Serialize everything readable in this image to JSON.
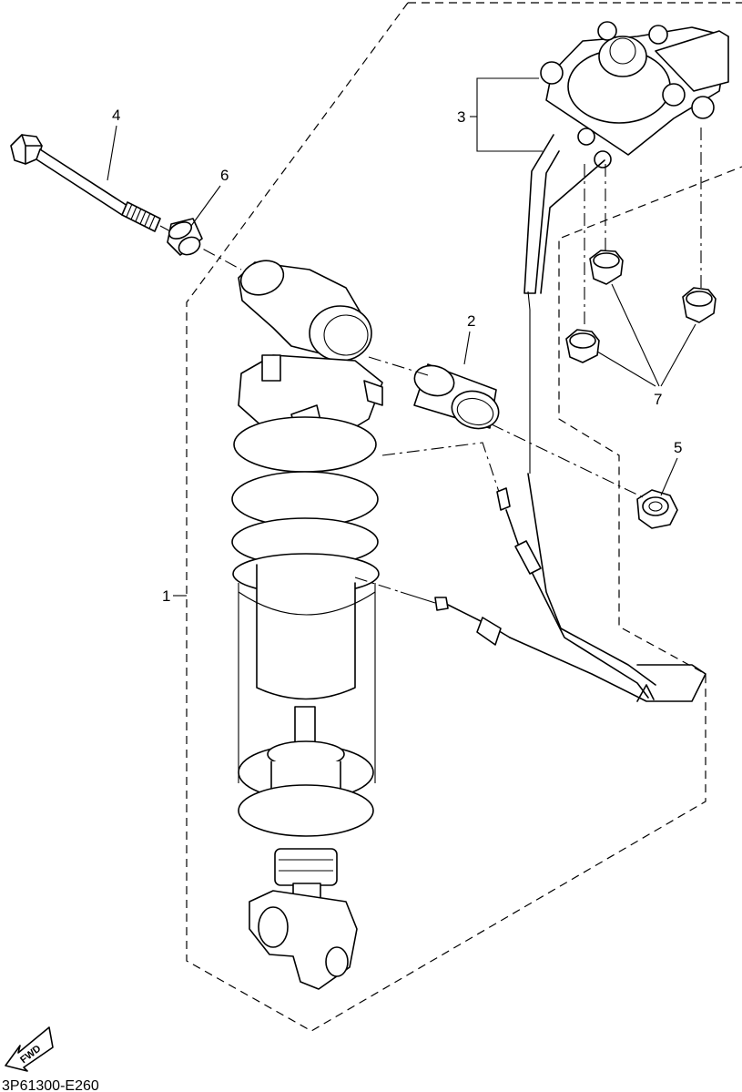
{
  "diagram": {
    "parts": [
      {
        "ref": "1",
        "name": "shock-absorber-assembly"
      },
      {
        "ref": "2",
        "name": "bushing"
      },
      {
        "ref": "3",
        "name": "preload-adjuster-assembly"
      },
      {
        "ref": "4",
        "name": "bolt"
      },
      {
        "ref": "5",
        "name": "nut"
      },
      {
        "ref": "6",
        "name": "collar"
      },
      {
        "ref": "7",
        "name": "nut"
      }
    ],
    "fwd_label": "FWD",
    "drawing_code": "3P61300-E260"
  }
}
